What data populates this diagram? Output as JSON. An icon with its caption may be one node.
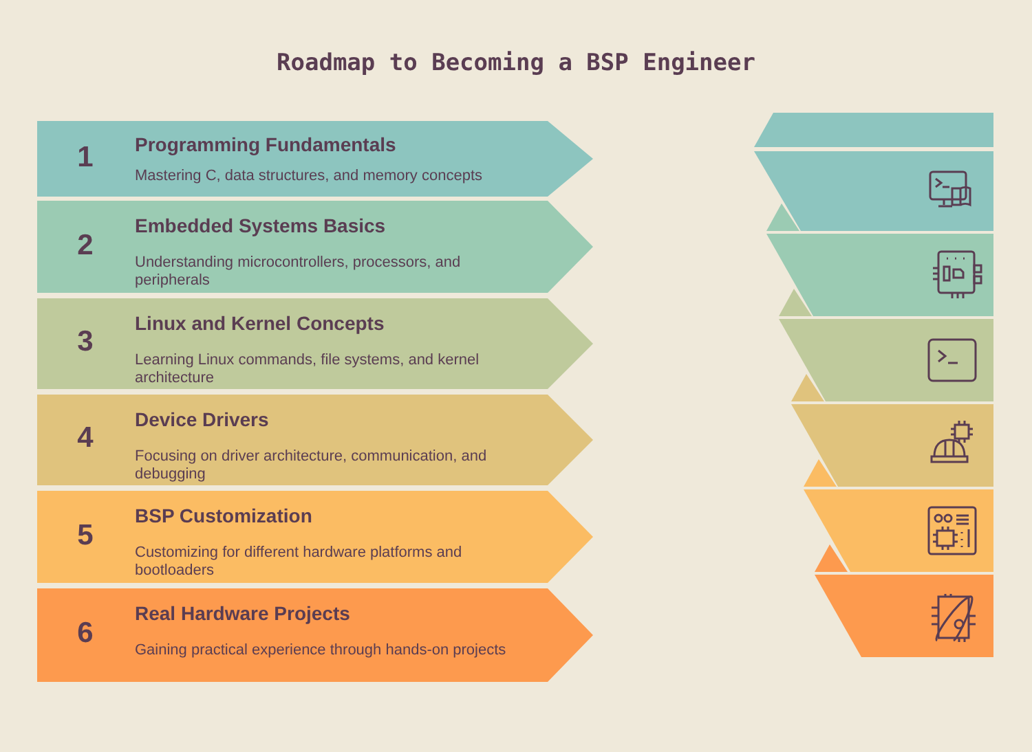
{
  "diagram": {
    "title": "Roadmap to Becoming a BSP Engineer",
    "nodes": [
      {
        "text": [
          "1",
          "Programming Fundamentals",
          "Mastering C, data structures, and memory concepts"
        ]
      },
      {
        "text": [
          "2",
          "Embedded Systems Basics",
          "Understanding microcontrollers, processors, and peripherals"
        ]
      },
      {
        "text": [
          "3",
          "Linux and Kernel Concepts",
          "Learning Linux commands, file systems, and kernel architecture"
        ]
      },
      {
        "text": [
          "4",
          "Device Drivers",
          "Focusing on driver architecture, communication, and debugging"
        ]
      },
      {
        "text": [
          "5",
          "BSP Customization",
          "Customizing for different hardware platforms and bootloaders"
        ]
      },
      {
        "text": [
          "6",
          "Real Hardware Projects",
          "Gaining practical experience through hands-on projects"
        ]
      }
    ]
  }
}
